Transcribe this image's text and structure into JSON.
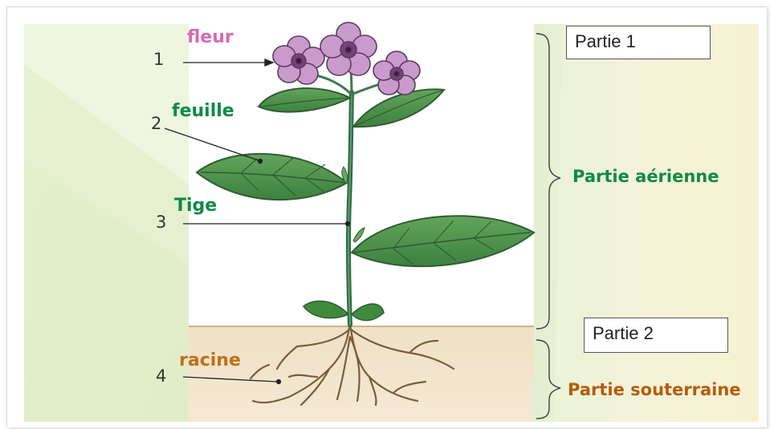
{
  "labels": {
    "fleur": "fleur",
    "feuille": "feuille",
    "tige": "Tige",
    "racine": "racine"
  },
  "numbers": [
    "1",
    "2",
    "3",
    "4"
  ],
  "parts": {
    "part1": "Partie 1",
    "part2": "Partie 2",
    "aerial": "Partie aérienne",
    "underground": "Partie souterraine"
  },
  "colors": {
    "fleur": "#d66ab6",
    "feuille": "#0f8a48",
    "tige": "#0f8a48",
    "racine": "#c07018",
    "aerial": "#0f8a48",
    "underground": "#b65c0c"
  }
}
